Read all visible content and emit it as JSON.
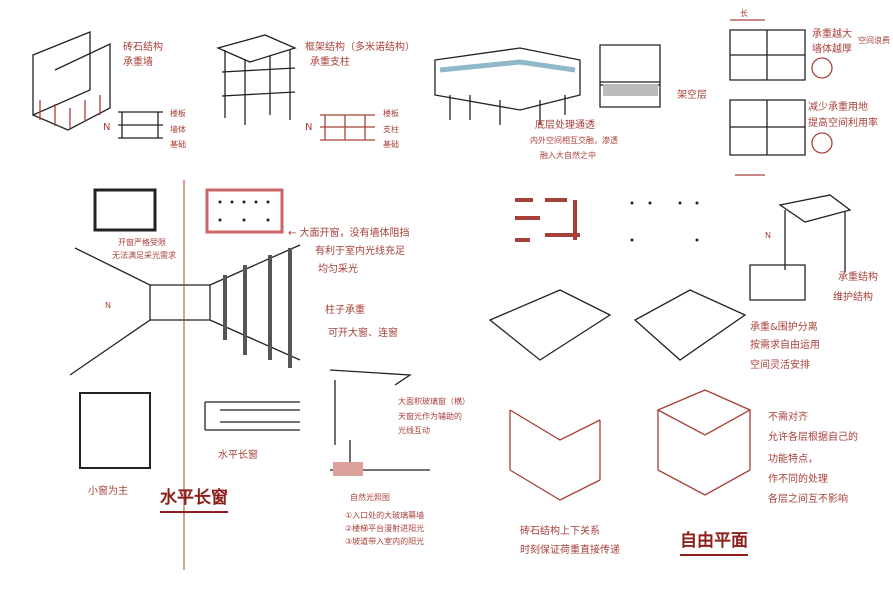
{
  "masonry": {
    "title": "砖石结构",
    "wall": "承重墙",
    "chain": [
      "楼板",
      "墙体",
      "基础"
    ],
    "n": "N"
  },
  "frame": {
    "title": "框架结构（多米诺结构）",
    "column": "承重支柱",
    "chain": [
      "楼板",
      "支柱",
      "基础"
    ],
    "n": "N"
  },
  "villa": {
    "note": [
      "底层处理通透",
      "内外空间相互交融，渗透",
      "融入大自然之中"
    ],
    "lift": "架空层"
  },
  "span": {
    "length": "长",
    "note1": [
      "承重越大",
      "墙体越厚"
    ],
    "waste": "空间浪费",
    "note2": [
      "减少承重用地",
      "提高空间利用率"
    ]
  },
  "window": {
    "small_note": [
      "开窗严格受限",
      "无法满足采光需求"
    ],
    "big_note": [
      "← 大面开窗，没有墙体阻挡",
      "有利于室内光线充足",
      "均匀采光"
    ],
    "column_note": [
      "柱子承重",
      "可开大窗、连窗"
    ],
    "small": "小窗为主",
    "strip": "水平长窗",
    "title": "水平长窗",
    "n": "N"
  },
  "light": {
    "note": [
      "大面积玻璃窗（横）",
      "天窗光作为辅助的",
      "光线互动"
    ],
    "title": "自然光照图",
    "items": [
      "①入口处的大玻璃幕墙",
      "②楼梯平台漫射进阳光",
      "③坡道带入室内的阳光"
    ]
  },
  "plan": {
    "bearing": "承重结构",
    "enclosure": "维护结构",
    "note": [
      "承重&围护分离",
      "按需求自由运用",
      "空间灵活安排"
    ],
    "n": "N"
  },
  "section": {
    "note": [
      "砖石结构上下关系",
      "时刻保证荷重直接传递"
    ],
    "title": "自由平面",
    "free_note": [
      "不需对齐",
      "允许各层根据自己的",
      "功能特点，",
      "作不同的处理",
      "各层之间互不影响"
    ]
  },
  "colors": {
    "accent": "#a8403a",
    "ink": "#222222"
  }
}
